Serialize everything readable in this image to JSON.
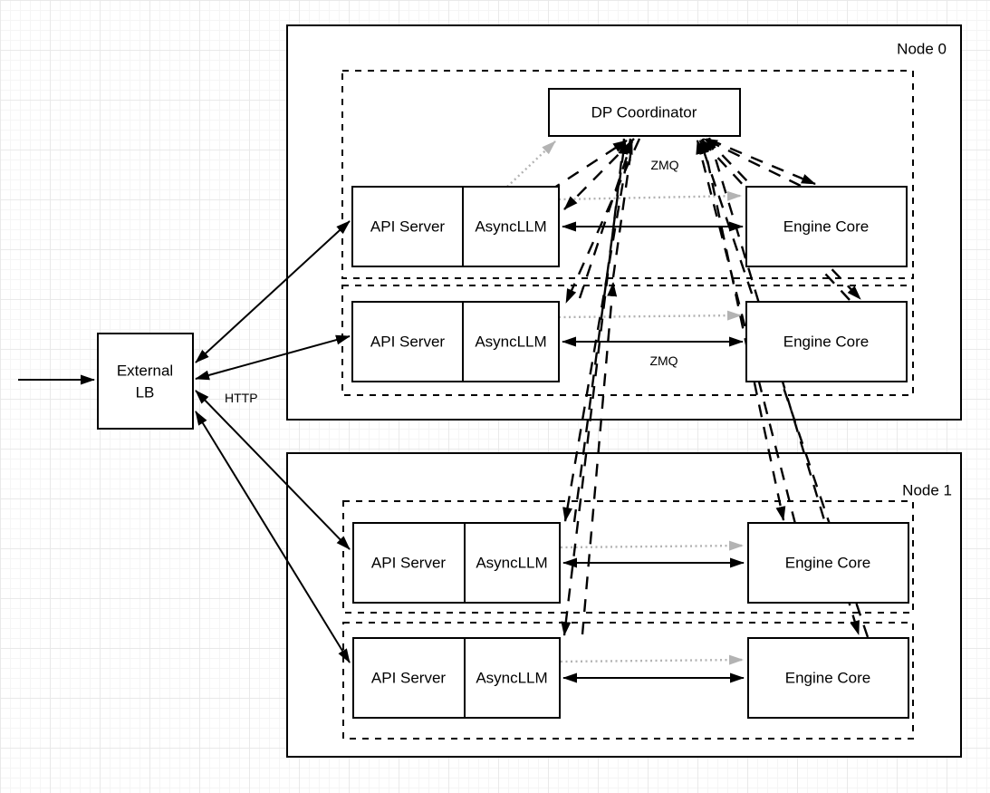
{
  "external_lb": {
    "line1": "External",
    "line2": "LB"
  },
  "dp_coordinator": {
    "label": "DP Coordinator"
  },
  "edge_labels": {
    "http": "HTTP",
    "zmq_coordinator": "ZMQ",
    "zmq_data": "ZMQ"
  },
  "nodes": [
    {
      "label": "Node 0",
      "rows": [
        {
          "api_server": "API Server",
          "asyncllm": "AsyncLLM",
          "engine_core": "Engine Core"
        },
        {
          "api_server": "API Server",
          "asyncllm": "AsyncLLM",
          "engine_core": "Engine Core"
        }
      ]
    },
    {
      "label": "Node 1",
      "rows": [
        {
          "api_server": "API Server",
          "asyncllm": "AsyncLLM",
          "engine_core": "Engine Core"
        },
        {
          "api_server": "API Server",
          "asyncllm": "AsyncLLM",
          "engine_core": "Engine Core"
        }
      ]
    }
  ],
  "colors": {
    "stroke": "#000000",
    "box_fill": "#ffffff",
    "coordinator_frontend_link": "#b3b3b3",
    "grid_minor": "#f5f5f5",
    "grid_major": "#e9e9e9",
    "canvas_background": "#ffffff"
  }
}
